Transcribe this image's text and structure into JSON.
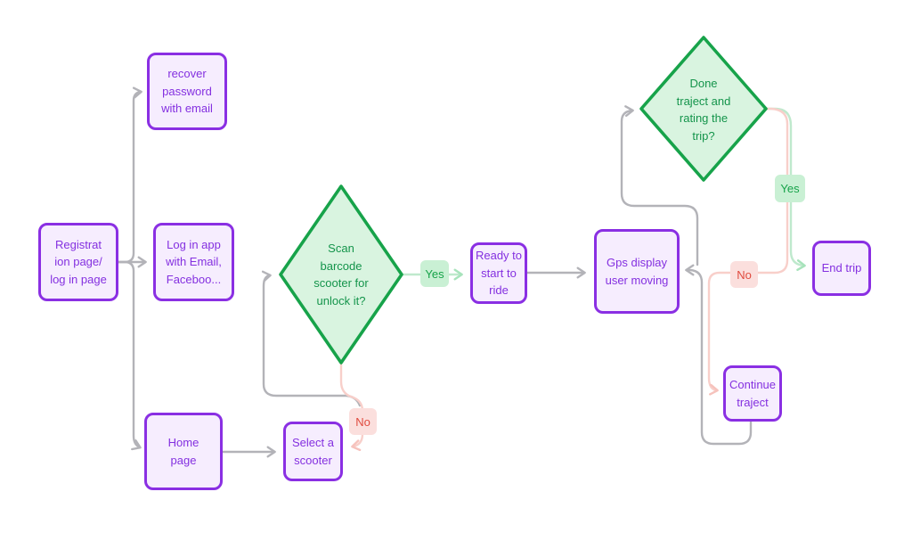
{
  "diagram": {
    "type": "flowchart",
    "background": "#ffffff"
  },
  "nodes": {
    "registration": {
      "label": "Registrat\nion page/\nlog in page",
      "shape": "process"
    },
    "recover_password": {
      "label": "recover\npassword\nwith email",
      "shape": "process"
    },
    "login_app": {
      "label": "Log in app\nwith Email,\nFaceboo...",
      "shape": "process"
    },
    "home_page": {
      "label": "Home\npage",
      "shape": "process"
    },
    "select_scooter": {
      "label": "Select a\nscooter",
      "shape": "process"
    },
    "scan_barcode": {
      "label": "Scan\nbarcode\nscooter for\nunlock it?",
      "shape": "decision"
    },
    "ready_ride": {
      "label": "Ready to\nstart to\nride",
      "shape": "process"
    },
    "gps_display": {
      "label": "Gps display\nuser moving",
      "shape": "process"
    },
    "done_traject": {
      "label": "Done\ntraject and\nrating the\ntrip?",
      "shape": "decision"
    },
    "end_trip": {
      "label": "End trip",
      "shape": "process"
    },
    "continue_traject": {
      "label": "Continue\ntraject",
      "shape": "process"
    }
  },
  "edge_labels": {
    "scan_yes": "Yes",
    "scan_no": "No",
    "done_yes": "Yes",
    "done_no": "No"
  },
  "edges": [
    {
      "from": "registration",
      "to": "login_app",
      "label": ""
    },
    {
      "from": "registration",
      "to": "recover_password",
      "label": ""
    },
    {
      "from": "registration",
      "to": "home_page",
      "label": ""
    },
    {
      "from": "home_page",
      "to": "select_scooter",
      "label": ""
    },
    {
      "from": "select_scooter",
      "to": "scan_barcode",
      "label": ""
    },
    {
      "from": "scan_barcode",
      "to": "ready_ride",
      "label": "Yes"
    },
    {
      "from": "scan_barcode",
      "to": "select_scooter",
      "label": "No"
    },
    {
      "from": "ready_ride",
      "to": "gps_display",
      "label": ""
    },
    {
      "from": "gps_display",
      "to": "done_traject",
      "label": ""
    },
    {
      "from": "done_traject",
      "to": "end_trip",
      "label": "Yes"
    },
    {
      "from": "done_traject",
      "to": "continue_traject",
      "label": "No"
    },
    {
      "from": "continue_traject",
      "to": "gps_display",
      "label": ""
    }
  ],
  "colors": {
    "process_border": "#8A2FE3",
    "process_fill": "#F6EDFE",
    "process_text": "#8430E0",
    "decision_border": "#17A34A",
    "decision_fill": "#D9F4E0",
    "decision_text": "#14944B",
    "yes_badge_bg": "#C9F0D4",
    "yes_badge_text": "#17A34A",
    "no_badge_bg": "#FBDFDD",
    "no_badge_text": "#E04B3F",
    "connector_gray": "#B3B3B8",
    "connector_pink": "#F8CFCA",
    "connector_green": "#BFE9CD"
  }
}
